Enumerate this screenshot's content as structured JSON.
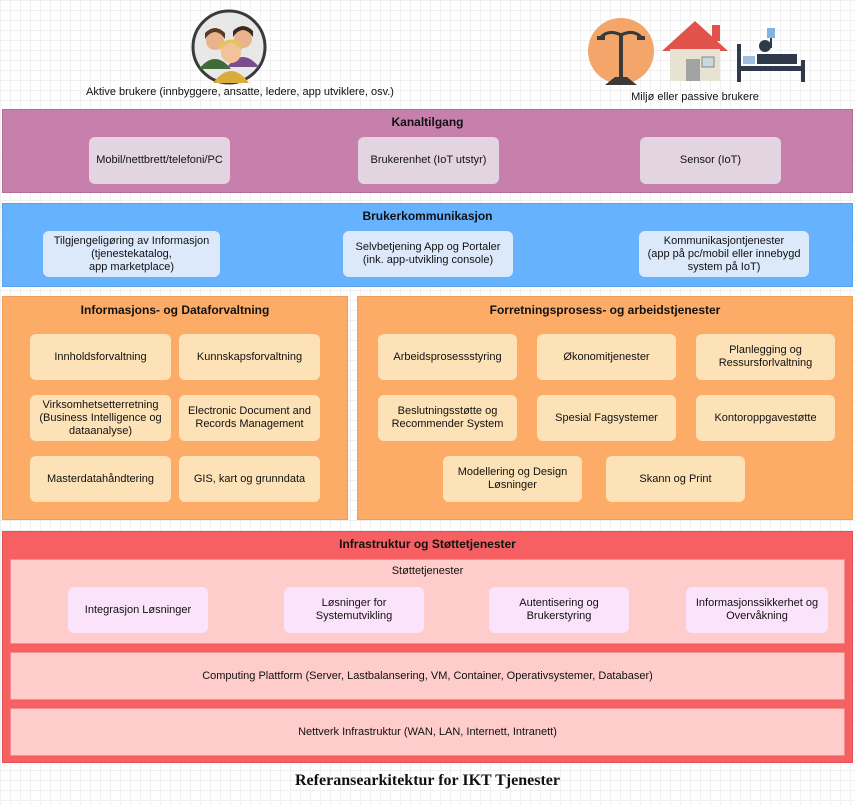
{
  "users": {
    "active_label": "Aktive brukere (innbyggere, ansatte, ledere, app utviklere, osv.)",
    "passive_label": "Miljø eller passive brukere"
  },
  "kanaltilgang": {
    "title": "Kanaltilgang",
    "items": [
      "Mobil/nettbrett/telefoni/PC",
      "Brukerenhet (IoT utstyr)",
      "Sensor (IoT)"
    ]
  },
  "brukerkommunikasjon": {
    "title": "Brukerkommunikasjon",
    "items": [
      [
        "Tilgjengeligøring av Informasjon",
        "(tjenestekatalog,",
        "app marketplace)"
      ],
      [
        "Selvbetjening App og Portaler",
        "(ink. app-utvikling console)"
      ],
      [
        "Kommunikasjontjenester",
        "(app på pc/mobil eller innebygd",
        "system på IoT)"
      ]
    ]
  },
  "informasjon": {
    "title": "Informasjons- og Dataforvaltning",
    "items": [
      [
        "Innholdsforvaltning"
      ],
      [
        "Kunnskapsforvaltning"
      ],
      [
        "Virksomhetsetterretning",
        "(Business Intelligence og",
        "dataanalyse)"
      ],
      [
        "Electronic Document and",
        "Records Management"
      ],
      [
        "Masterdatahåndtering"
      ],
      [
        "GIS, kart og grunndata"
      ]
    ]
  },
  "forretning": {
    "title": "Forretningsprosess- og arbeidstjenester",
    "items": [
      [
        "Arbeidsprosessstyring"
      ],
      [
        "Økonomitjenester"
      ],
      [
        "Planlegging og",
        "Ressursforlvaltning"
      ],
      [
        "Beslutningsstøtte og",
        "Recommender System"
      ],
      [
        "Spesial Fagsystemer"
      ],
      [
        "Kontoroppgavestøtte"
      ],
      [
        "Modellering og Design",
        "Løsninger"
      ],
      [
        "Skann og Print"
      ]
    ]
  },
  "infrastruktur": {
    "title": "Infrastruktur og Støttetjenester",
    "support_title": "Støttetjenester",
    "support_items": [
      [
        "Integrasjon Løsninger"
      ],
      [
        "Løsninger for",
        "Systemutvikling"
      ],
      [
        "Autentisering og",
        "Brukerstyring"
      ],
      [
        "Informasjonssikkerhet og",
        "Overvåkning"
      ]
    ],
    "computing": "Computing Plattform (Server, Lastbalansering, VM, Container, Operativsystemer, Databaser)",
    "network": "Nettverk Infrastruktur (WAN, LAN, Internett, Intranett)"
  },
  "caption": "Referansearkitektur for IKT Tjenester",
  "colors": {
    "kanaltilgang": "#c680ab",
    "brukerkommunikasjon": "#66b2fe",
    "informasjon": "#fdac67",
    "infrastruktur": "#f76063"
  }
}
